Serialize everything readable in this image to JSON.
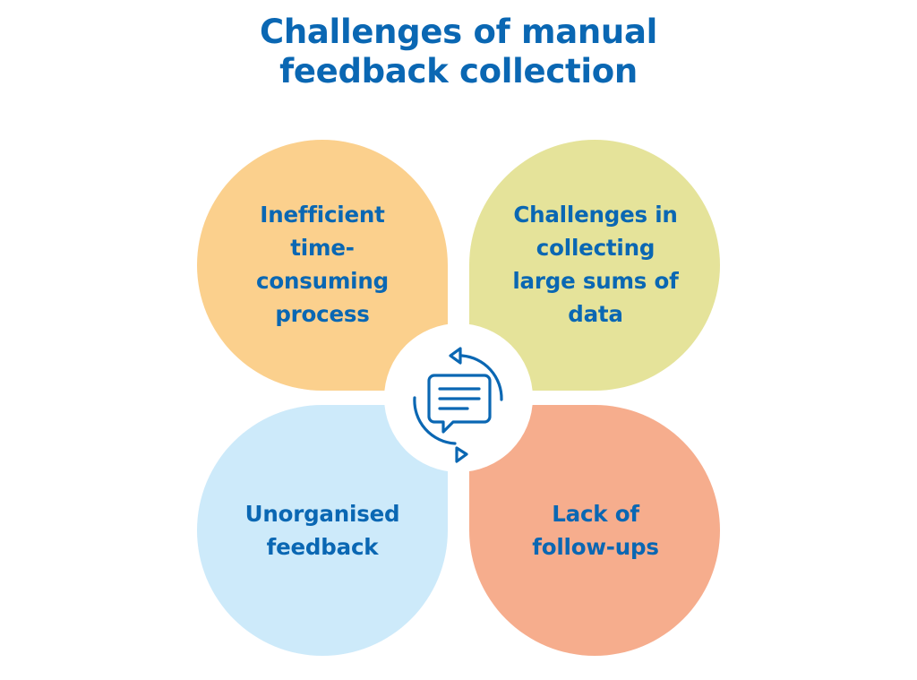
{
  "title": {
    "line1": "Challenges of manual",
    "line2": "feedback collection"
  },
  "colors": {
    "text": "#0a67b3",
    "petal_top_left": "#fbd08d",
    "petal_top_right": "#e5e39a",
    "petal_bottom_left": "#cdeafa",
    "petal_bottom_right": "#f6ad8d",
    "center_circle": "#ffffff",
    "icon_stroke": "#0a67b3"
  },
  "center_icon": "feedback-cycle-icon",
  "petals": [
    {
      "position": "top-left",
      "lines": [
        "Inefficient",
        "time-",
        "consuming",
        "process"
      ]
    },
    {
      "position": "top-right",
      "lines": [
        "Challenges in",
        "collecting",
        "large sums of",
        "data"
      ]
    },
    {
      "position": "bottom-left",
      "lines": [
        "Unorganised",
        "feedback"
      ]
    },
    {
      "position": "bottom-right",
      "lines": [
        "Lack of",
        "follow-ups"
      ]
    }
  ]
}
